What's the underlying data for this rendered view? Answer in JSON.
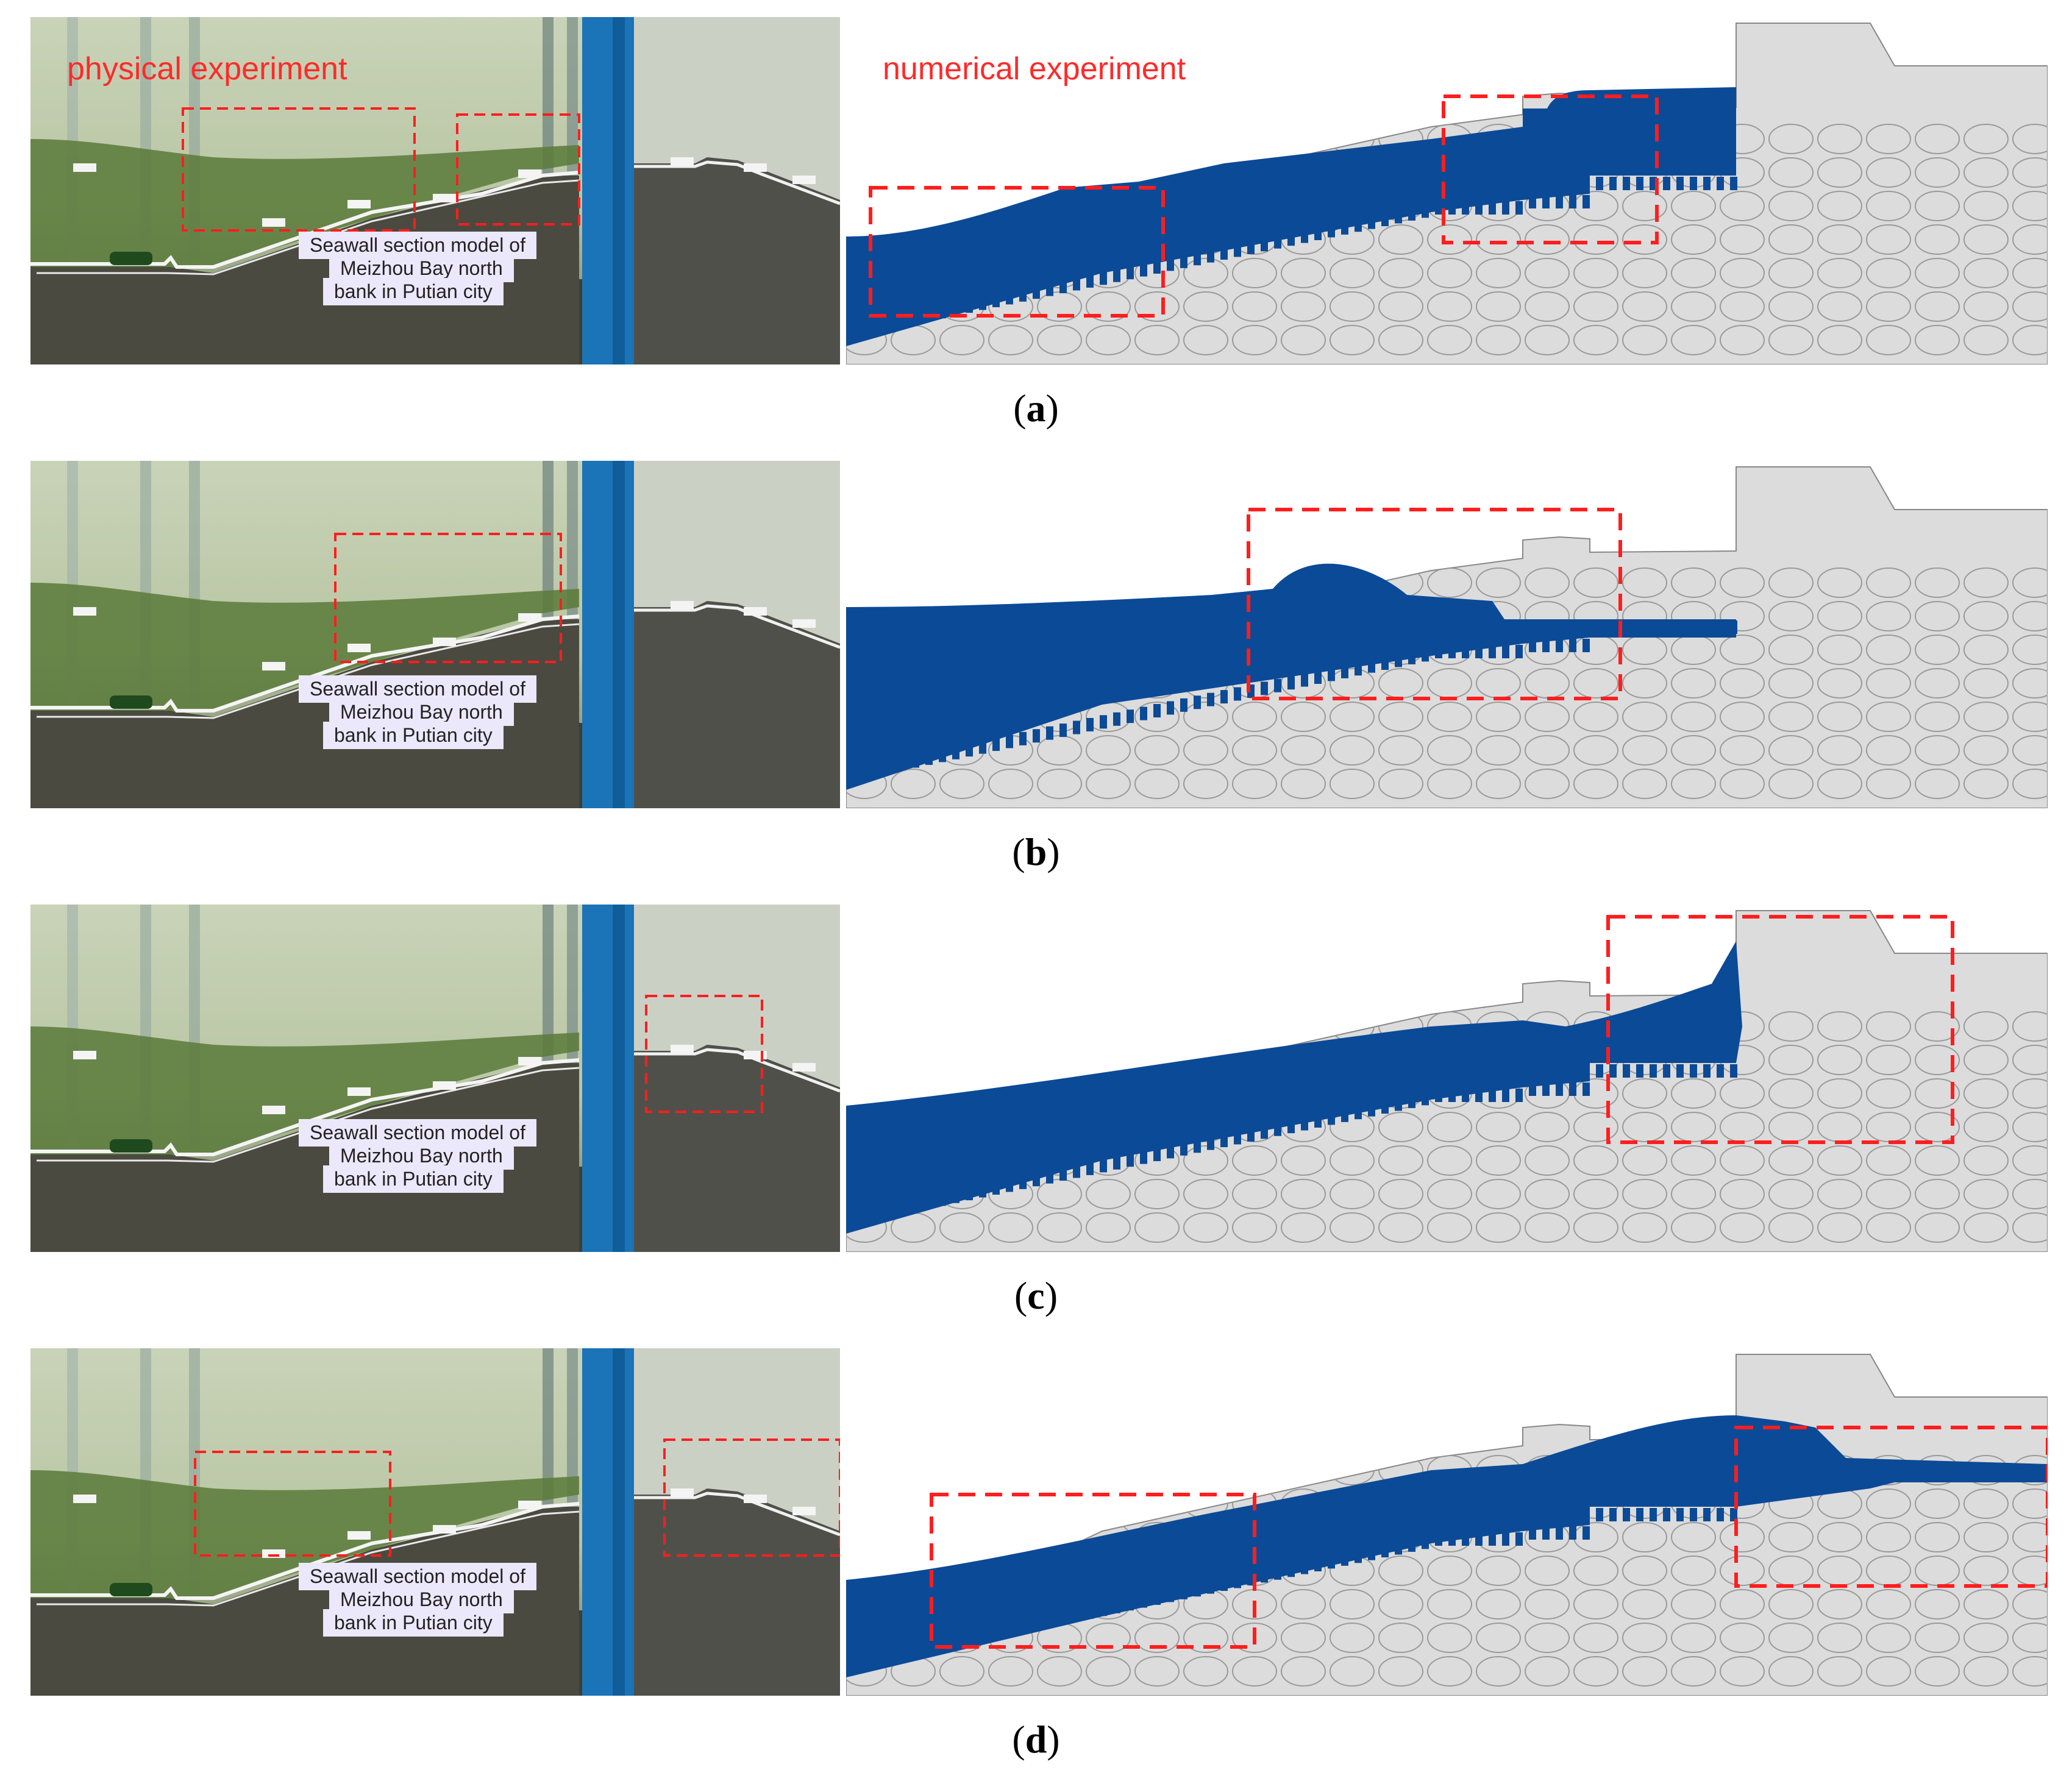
{
  "figure": {
    "header_physical": "physical experiment",
    "header_numerical": "numerical experiment",
    "photo_caption_lines": [
      "Seawall section model of",
      "Meizhou Bay north",
      "bank in Putian city"
    ],
    "panels": [
      {
        "label_open": "(",
        "label_letter": "a",
        "label_close": ")"
      },
      {
        "label_open": "(",
        "label_letter": "b",
        "label_close": ")"
      },
      {
        "label_open": "(",
        "label_letter": "c",
        "label_close": ")"
      },
      {
        "label_open": "(",
        "label_letter": "d",
        "label_close": ")"
      }
    ]
  },
  "colors": {
    "water": "#0b4a97",
    "wall": "#dcdcdc",
    "highlight": "#ff1e1e"
  }
}
